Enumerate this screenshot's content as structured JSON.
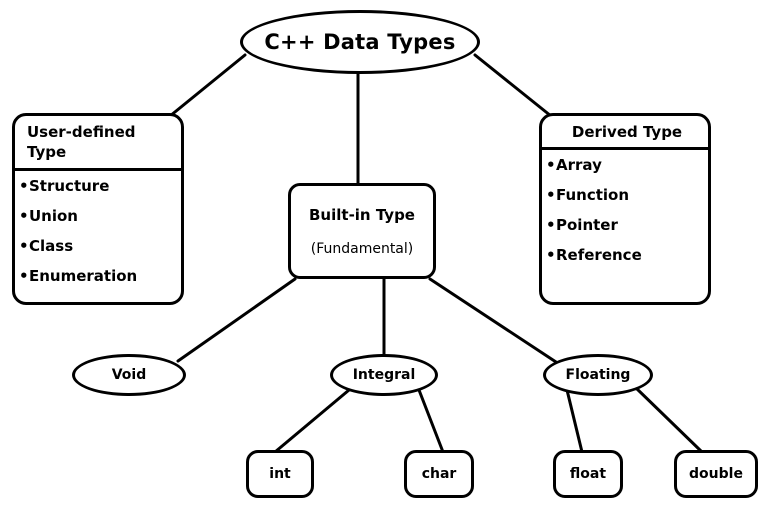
{
  "diagram": {
    "title": "C++ Data Types",
    "colors": {
      "stroke": "#000000",
      "fill": "#ffffff",
      "text": "#000000"
    },
    "root": {
      "label": "C++ Data Types",
      "shape": "ellipse"
    },
    "user_defined": {
      "header": "User-defined Type",
      "items": [
        "Structure",
        "Union",
        "Class",
        "Enumeration"
      ],
      "bullet": "•",
      "shape": "rounded-rect"
    },
    "built_in": {
      "line1": "Built-in Type",
      "line2": "(Fundamental)",
      "shape": "rounded-rect"
    },
    "derived": {
      "header": "Derived Type",
      "items": [
        "Array",
        "Function",
        "Pointer",
        "Reference"
      ],
      "bullet": "•",
      "shape": "rounded-rect"
    },
    "built_in_children": {
      "void": "Void",
      "integral": "Integral",
      "floating": "Floating"
    },
    "integral_children": {
      "int": "int",
      "char": "char"
    },
    "floating_children": {
      "float": "float",
      "double": "double"
    }
  }
}
